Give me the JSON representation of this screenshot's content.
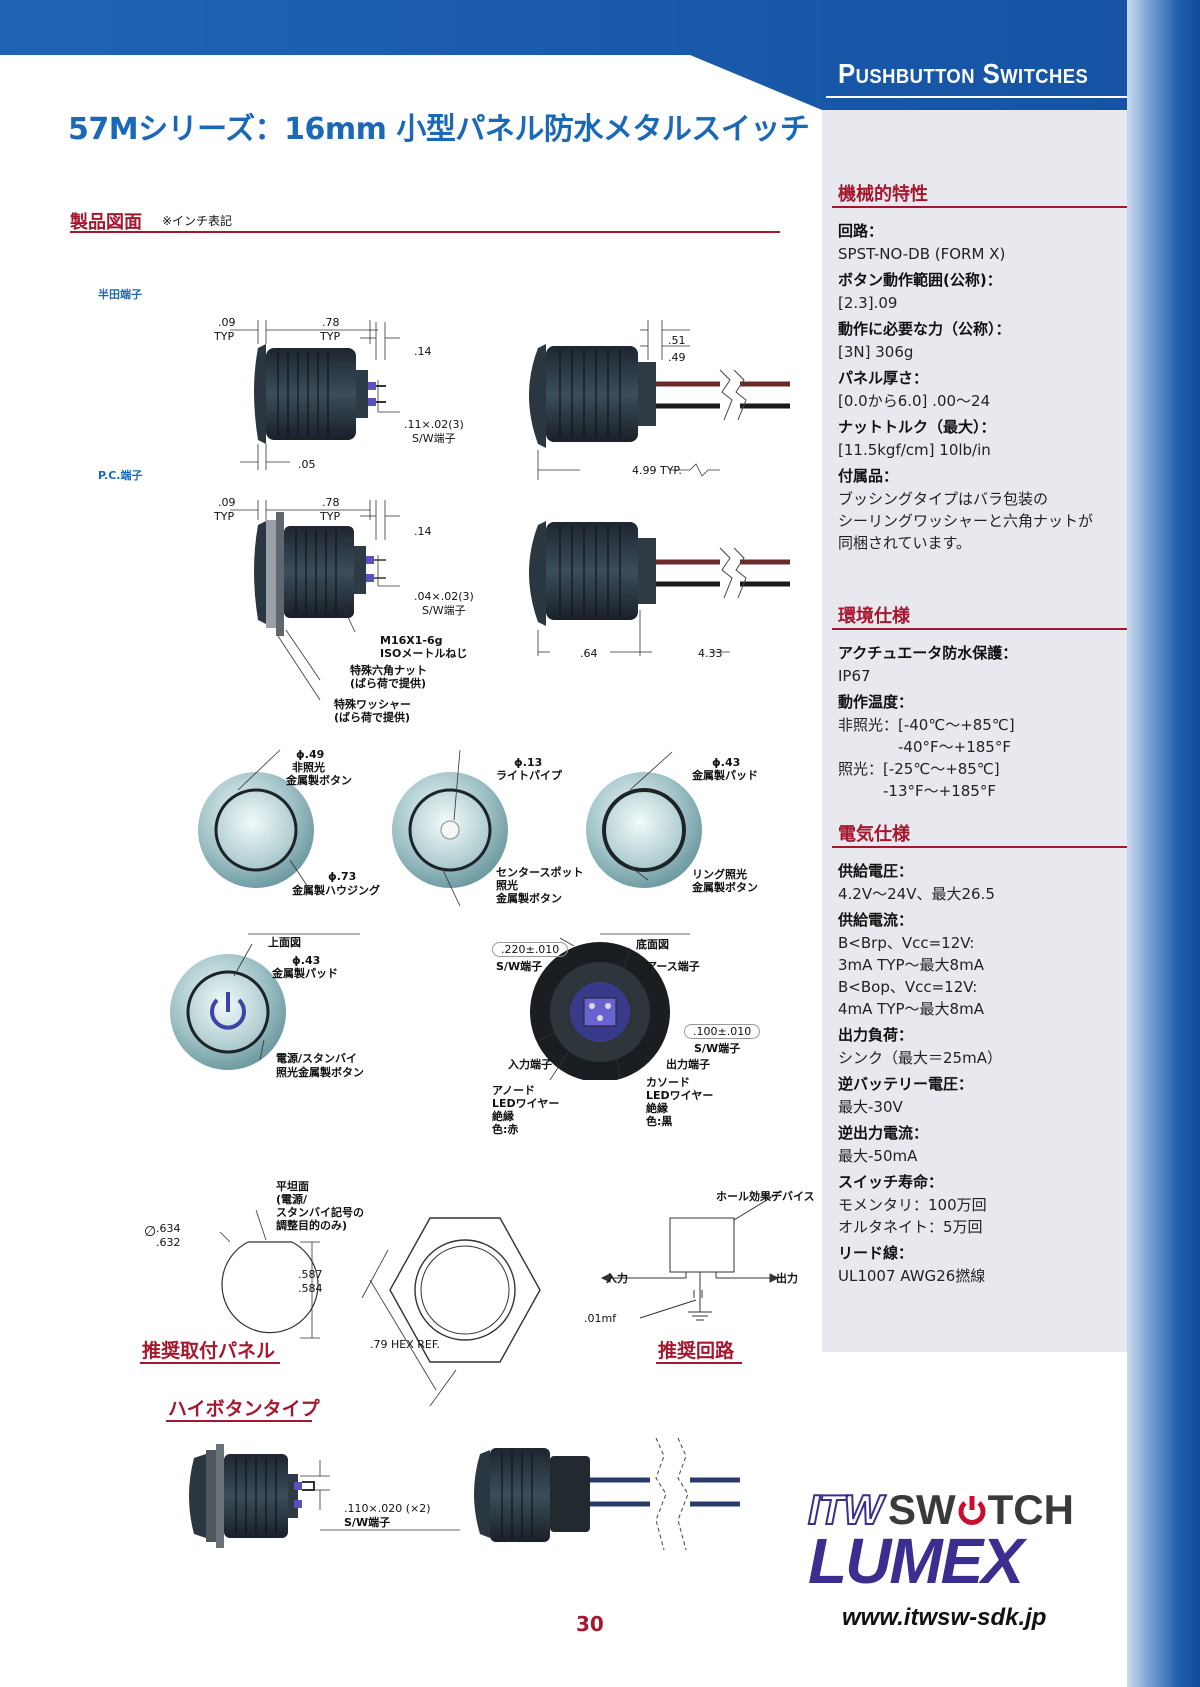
{
  "header": {
    "section_tag": "Pushbutton Switches",
    "title": "57Mシリーズ：16mm 小型パネル防水メタルスイッチ"
  },
  "drawing_section": {
    "heading": "製品図面",
    "note": "※インチ表記",
    "variant_a": "半田端子",
    "variant_b": "P.C.端子",
    "dims": {
      "d09": ".09",
      "typ": "TYP",
      "d78": ".78",
      "d14": ".14",
      "d05": ".05",
      "d11x02": ".11×.02(3)",
      "sw_terminal": "S/W端子",
      "d51": ".51",
      "d49": ".49",
      "d499": "4.99 TYP.",
      "d04x02": ".04×.02(3)",
      "m16": "M16X1-6g",
      "iso": "ISOメートルねじ",
      "hex_nut_1": "特殊六角ナット",
      "hex_nut_2": "(ばら荷で提供)",
      "washer_1": "特殊ワッシャー",
      "washer_2": "(ばら荷で提供)",
      "d64": ".64",
      "d433": "4.33"
    },
    "buttons": {
      "b1_dia": "ϕ.49",
      "b1_name1": "非照光",
      "b1_name2": "金属製ボタン",
      "b1_housing_dia": "ϕ.73",
      "b1_housing": "金属製ハウジング",
      "b2_dia": "ϕ.13",
      "b2_name": "ライトパイプ",
      "b2_c1": "センタースポット",
      "b2_c2": "照光",
      "b2_c3": "金属製ボタン",
      "b3_dia": "ϕ.43",
      "b3_name": "金属製パッド",
      "b3_c1": "リング照光",
      "b3_c2": "金属製ボタン",
      "b4_top": "上面図",
      "b4_dia": "ϕ.43",
      "b4_name": "金属製パッド",
      "b4_c1": "電源/スタンバイ",
      "b4_c2": "照光金属製ボタン"
    },
    "bottom_view": {
      "d220": ".220±.010",
      "sw1": "S/W端子",
      "title": "底面図",
      "earth": "アース端子",
      "d100": ".100±.010",
      "sw2": "S/W端子",
      "input": "入力端子",
      "output": "出力端子",
      "anode_1": "アノード",
      "anode_2": "LEDワイヤー",
      "anode_3": "絶縁",
      "anode_4": "色:赤",
      "cathode_1": "カソード",
      "cathode_2": "LEDワイヤー",
      "cathode_3": "絶縁",
      "cathode_4": "色:黒"
    },
    "panel": {
      "flat_1": "平坦面",
      "flat_2": "(電源/",
      "flat_3": "スタンバイ記号の",
      "flat_4": "調整目的のみ)",
      "d634": ".634",
      "d632": ".632",
      "d587": ".587",
      "d584": ".584",
      "hex_ref": ".79 HEX REF.",
      "panel_heading": "推奨取付パネル"
    },
    "circuit": {
      "hall": "ホール効果デバイス",
      "in": "入力",
      "out": "出力",
      "cap": ".01mf",
      "heading": "推奨回路"
    },
    "high_button": {
      "heading": "ハイボタンタイプ",
      "d110": ".110×.020 (×2)",
      "sw": "S/W端子"
    }
  },
  "sidebar": {
    "mechanical": {
      "heading": "機械的特性",
      "items": [
        {
          "label": "回路：",
          "value": [
            "SPST-NO-DB (FORM X)"
          ]
        },
        {
          "label": "ボタン動作範囲(公称)：",
          "value": [
            "[2.3].09"
          ]
        },
        {
          "label": "動作に必要な力（公称）：",
          "value": [
            "[3N] 306g"
          ]
        },
        {
          "label": "パネル厚さ：",
          "value": [
            "[0.0から6.0] .00〜24"
          ]
        },
        {
          "label": "ナットトルク（最大）：",
          "value": [
            "[11.5kgf/cm] 10lb/in"
          ]
        },
        {
          "label": "付属品：",
          "value": [
            "ブッシングタイプはバラ包装の",
            "シーリングワッシャーと六角ナットが",
            "同梱されています。"
          ]
        }
      ]
    },
    "environment": {
      "heading": "環境仕様",
      "items": [
        {
          "label": "アクチュエータ防水保護：",
          "value": [
            "IP67"
          ]
        },
        {
          "label": "動作温度：",
          "value": [
            "非照光：[-40℃〜+85℃]",
            "　　　　-40°F〜+185°F",
            "照光：[-25℃〜+85℃]",
            "　　　-13°F〜+185°F"
          ]
        }
      ]
    },
    "electrical": {
      "heading": "電気仕様",
      "items": [
        {
          "label": "供給電圧：",
          "value": [
            "4.2V〜24V、最大26.5"
          ]
        },
        {
          "label": "供給電流：",
          "value": [
            "B<Brp、Vcc=12V:",
            "3mA TYP〜最大8mA",
            "B<Bop、Vcc=12V:",
            "4mA TYP〜最大8mA"
          ]
        },
        {
          "label": "出力負荷：",
          "value": [
            "シンク（最大＝25mA）"
          ]
        },
        {
          "label": "逆バッテリー電圧：",
          "value": [
            "最大-30V"
          ]
        },
        {
          "label": "逆出力電流：",
          "value": [
            "最大-50mA"
          ]
        },
        {
          "label": "スイッチ寿命：",
          "value": [
            "モメンタリ：100万回",
            "オルタネイト：5万回"
          ]
        },
        {
          "label": "リード線：",
          "value": [
            "UL1007 AWG26撚線"
          ]
        }
      ]
    }
  },
  "footer": {
    "logo_top_1": "ITW",
    "logo_top_2": "SW",
    "logo_top_3": "TCH",
    "logo_bottom": "LUMEX",
    "url": "www.itwsw-sdk.jp",
    "page_number": "30"
  },
  "colors": {
    "brand_blue": "#1a5fb0",
    "accent_red": "#a3182e",
    "title_blue": "#1a68b8",
    "logo_purple": "#3a2f8e",
    "sidebar_bg": "#e7e9ee"
  }
}
